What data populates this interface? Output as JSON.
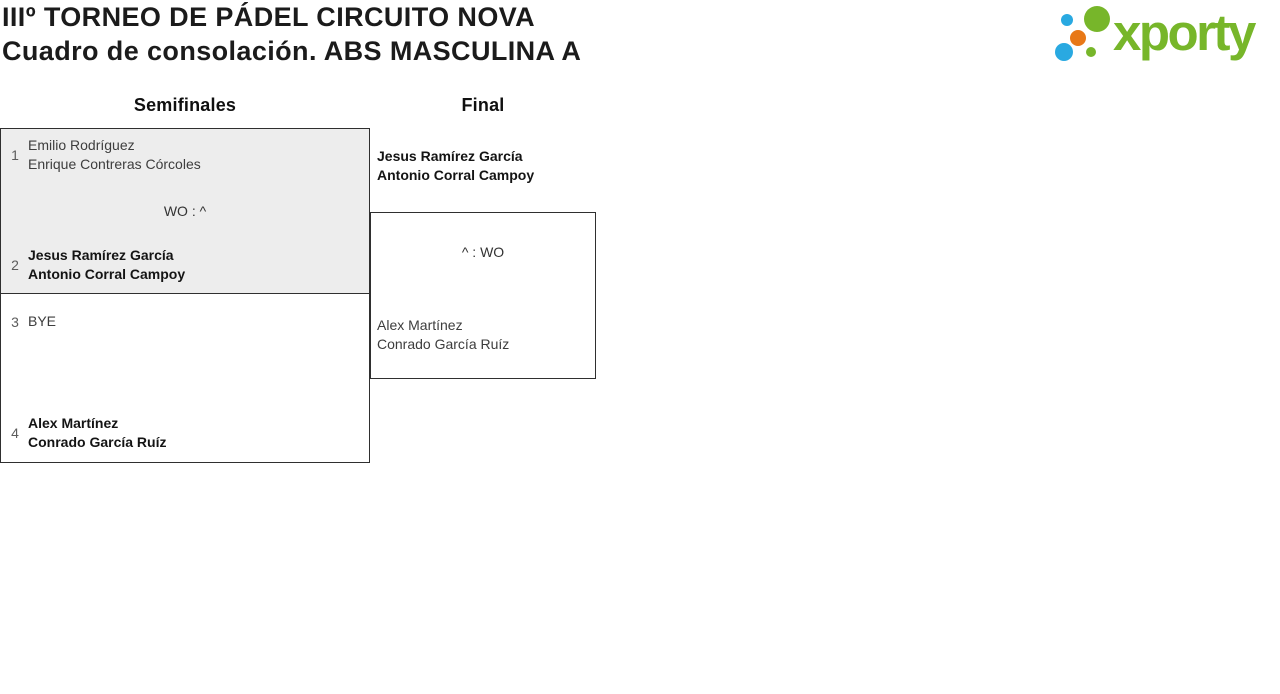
{
  "header": {
    "title_line1": "IIIº TORNEO DE PÁDEL CIRCUITO NOVA",
    "title_line2": "Cuadro de consolación. ABS MASCULINA A",
    "logo_text": "xporty"
  },
  "columns": [
    {
      "label": "Semifinales"
    },
    {
      "label": "Final"
    }
  ],
  "bracket": {
    "semifinals": [
      {
        "team1": {
          "seed": "1",
          "players": [
            "Emilio Rodríguez",
            "Enrique Contreras Córcoles"
          ],
          "winner": false
        },
        "score": "WO : ^",
        "team2": {
          "seed": "2",
          "players": [
            "Jesus Ramírez García",
            "Antonio Corral Campoy"
          ],
          "winner": true
        }
      },
      {
        "team1": {
          "seed": "3",
          "players": [
            "BYE"
          ],
          "winner": false
        },
        "score": "",
        "team2": {
          "seed": "4",
          "players": [
            "Alex Martínez",
            "Conrado García Ruíz"
          ],
          "winner": true
        }
      }
    ],
    "final": {
      "team1": {
        "players": [
          "Jesus Ramírez García",
          "Antonio Corral Campoy"
        ],
        "winner": true
      },
      "score": "^ : WO",
      "team2": {
        "players": [
          "Alex Martínez",
          "Conrado García Ruíz"
        ],
        "winner": false
      }
    }
  },
  "colors": {
    "logo_green": "#77b62a",
    "logo_blue": "#29a9e1",
    "logo_orange": "#e87817",
    "box_fill_grey": "#ededed",
    "border": "#2f2f2f"
  }
}
